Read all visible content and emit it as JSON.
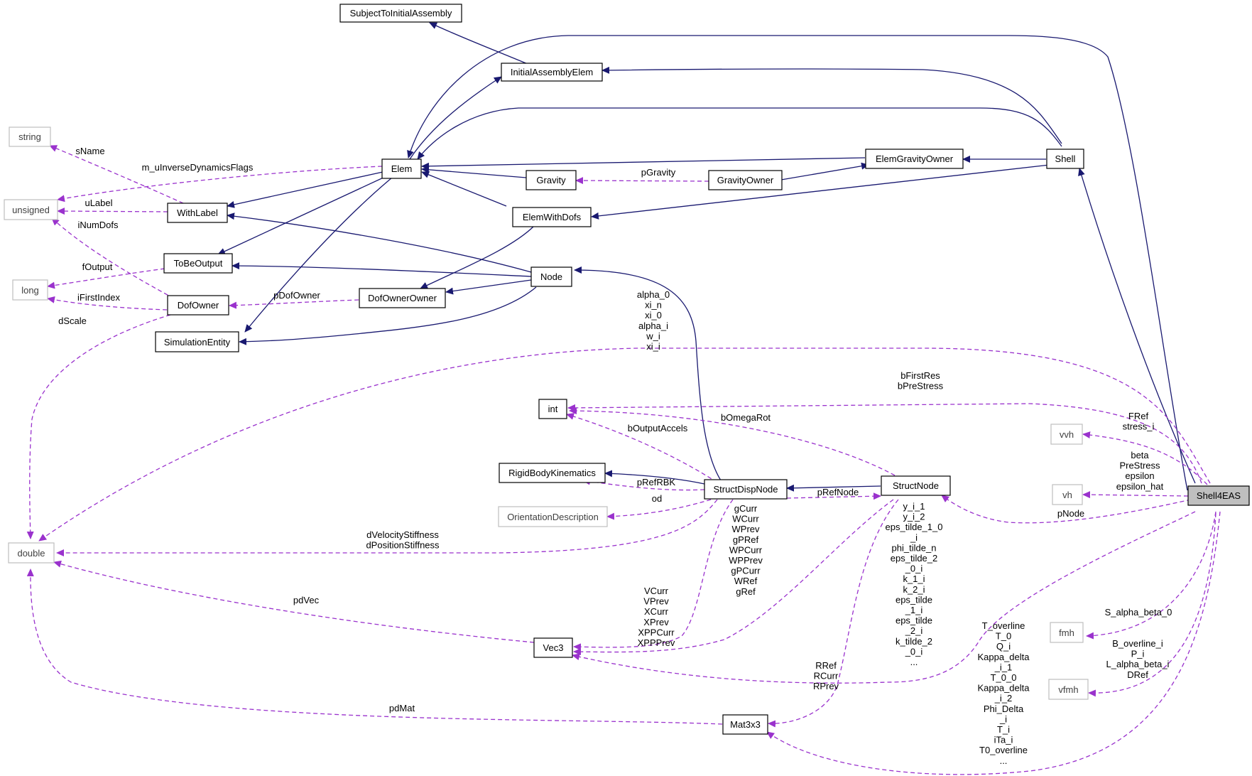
{
  "colors": {
    "inherit_edge": "#191970",
    "usage_edge": "#9a32cd",
    "class_border": "#000000",
    "builtin_border": "#bfbfbf",
    "builtin_text": "#404040",
    "focus_fill": "#bfbfbf"
  },
  "nodes": [
    {
      "id": "subject",
      "label": "SubjectToInitialAssembly",
      "kind": "class"
    },
    {
      "id": "initassy",
      "label": "InitialAssemblyElem",
      "kind": "class"
    },
    {
      "id": "string",
      "label": "string",
      "kind": "builtin"
    },
    {
      "id": "elem",
      "label": "Elem",
      "kind": "class"
    },
    {
      "id": "elemgravowner",
      "label": "ElemGravityOwner",
      "kind": "class"
    },
    {
      "id": "shell",
      "label": "Shell",
      "kind": "class"
    },
    {
      "id": "unsigned",
      "label": "unsigned",
      "kind": "builtin"
    },
    {
      "id": "gravity",
      "label": "Gravity",
      "kind": "class"
    },
    {
      "id": "gravityowner",
      "label": "GravityOwner",
      "kind": "class"
    },
    {
      "id": "withlabel",
      "label": "WithLabel",
      "kind": "class"
    },
    {
      "id": "elemwithdofs",
      "label": "ElemWithDofs",
      "kind": "class"
    },
    {
      "id": "tobeoutput",
      "label": "ToBeOutput",
      "kind": "class"
    },
    {
      "id": "long",
      "label": "long",
      "kind": "builtin"
    },
    {
      "id": "node",
      "label": "Node",
      "kind": "class"
    },
    {
      "id": "dofowner",
      "label": "DofOwner",
      "kind": "class"
    },
    {
      "id": "dofownerowner",
      "label": "DofOwnerOwner",
      "kind": "class"
    },
    {
      "id": "simentity",
      "label": "SimulationEntity",
      "kind": "class"
    },
    {
      "id": "int",
      "label": "int",
      "kind": "class"
    },
    {
      "id": "vvh",
      "label": "vvh",
      "kind": "builtin"
    },
    {
      "id": "rbk",
      "label": "RigidBodyKinematics",
      "kind": "class"
    },
    {
      "id": "structdispnode",
      "label": "StructDispNode",
      "kind": "class"
    },
    {
      "id": "structnode",
      "label": "StructNode",
      "kind": "class"
    },
    {
      "id": "vh",
      "label": "vh",
      "kind": "builtin"
    },
    {
      "id": "shell4eas",
      "label": "Shell4EAS",
      "kind": "focus"
    },
    {
      "id": "orientdesc",
      "label": "OrientationDescription",
      "kind": "builtin"
    },
    {
      "id": "double",
      "label": "double",
      "kind": "builtin"
    },
    {
      "id": "fmh",
      "label": "fmh",
      "kind": "builtin"
    },
    {
      "id": "vec3",
      "label": "Vec3",
      "kind": "class"
    },
    {
      "id": "vfmh",
      "label": "vfmh",
      "kind": "builtin"
    },
    {
      "id": "mat3x3",
      "label": "Mat3x3",
      "kind": "class"
    }
  ],
  "edge_labels": [
    {
      "id": "lbl-sname",
      "lines": [
        "sName"
      ]
    },
    {
      "id": "lbl-m-uinverse",
      "lines": [
        "m_uInverseDynamicsFlags"
      ]
    },
    {
      "id": "lbl-pgravity",
      "lines": [
        "pGravity"
      ]
    },
    {
      "id": "lbl-ulabel",
      "lines": [
        "uLabel"
      ]
    },
    {
      "id": "lbl-inumdofs",
      "lines": [
        "iNumDofs"
      ]
    },
    {
      "id": "lbl-foutput",
      "lines": [
        "fOutput"
      ]
    },
    {
      "id": "lbl-ifirstindex",
      "lines": [
        "iFirstIndex"
      ]
    },
    {
      "id": "lbl-pdofowner",
      "lines": [
        "pDofOwner"
      ]
    },
    {
      "id": "lbl-dscale",
      "lines": [
        "dScale"
      ]
    },
    {
      "id": "lbl-alpha",
      "lines": [
        "alpha_0",
        "xi_n",
        "xi_0",
        "alpha_i",
        "w_i",
        "xi_i"
      ]
    },
    {
      "id": "lbl-bfirstres",
      "lines": [
        "bFirstRes",
        "bPreStress"
      ]
    },
    {
      "id": "lbl-fref",
      "lines": [
        "FRef",
        "stress_i"
      ]
    },
    {
      "id": "lbl-bomegarot",
      "lines": [
        "bOmegaRot"
      ]
    },
    {
      "id": "lbl-boutputaccels",
      "lines": [
        "bOutputAccels"
      ]
    },
    {
      "id": "lbl-beta",
      "lines": [
        "beta",
        "PreStress",
        "epsilon",
        "epsilon_hat"
      ]
    },
    {
      "id": "lbl-prefrbk",
      "lines": [
        "pRefRBK"
      ]
    },
    {
      "id": "lbl-prefnode",
      "lines": [
        "pRefNode"
      ]
    },
    {
      "id": "lbl-od",
      "lines": [
        "od"
      ]
    },
    {
      "id": "lbl-pnode",
      "lines": [
        "pNode"
      ]
    },
    {
      "id": "lbl-gcurr",
      "lines": [
        "gCurr",
        "WCurr",
        "WPrev",
        "gPRef",
        "WPCurr",
        "WPPrev",
        "gPCurr",
        "WRef",
        "gRef"
      ]
    },
    {
      "id": "lbl-yi1",
      "lines": [
        "y_i_1",
        "y_i_2",
        "eps_tilde_1_0",
        "_i",
        "phi_tilde_n",
        "eps_tilde_2",
        "_0_i",
        "k_1_i",
        "k_2_i",
        "eps_tilde",
        "_1_i",
        "eps_tilde",
        "_2_i",
        "k_tilde_2",
        "_0_i",
        "..."
      ]
    },
    {
      "id": "lbl-dvelocity",
      "lines": [
        "dVelocityStiffness",
        "dPositionStiffness"
      ]
    },
    {
      "id": "lbl-vcurr",
      "lines": [
        "VCurr",
        "VPrev",
        "XCurr",
        "XPrev",
        "XPPCurr",
        "XPPPrev"
      ]
    },
    {
      "id": "lbl-pdvec",
      "lines": [
        "pdVec"
      ]
    },
    {
      "id": "lbl-salphabeta",
      "lines": [
        "S_alpha_beta_0"
      ]
    },
    {
      "id": "lbl-toverline",
      "lines": [
        "T_overline",
        "T_0",
        "Q_i",
        "Kappa_delta",
        "_i_1",
        "T_0_0",
        "Kappa_delta",
        "_i_2",
        "Phi_Delta",
        "_i",
        "T_i",
        "iTa_i",
        "T0_overline",
        "..."
      ]
    },
    {
      "id": "lbl-boverline",
      "lines": [
        "B_overline_i",
        "P_i",
        "L_alpha_beta_i",
        "DRef"
      ]
    },
    {
      "id": "lbl-rref",
      "lines": [
        "RRef",
        "RCurr",
        "RPrev"
      ]
    },
    {
      "id": "lbl-pdmat",
      "lines": [
        "pdMat"
      ]
    }
  ]
}
